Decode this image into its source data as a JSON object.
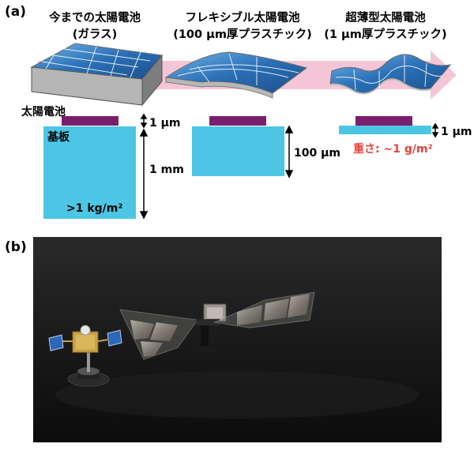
{
  "panel_a": {
    "label": "(a)",
    "columns": [
      {
        "title_line1": "今までの太陽電池",
        "title_line2": "(ガラス)"
      },
      {
        "title_line1": "フレキシブル太陽電池",
        "title_line2": "(100 µm厚プラスチック)"
      },
      {
        "title_line1": "超薄型太陽電池",
        "title_line2": "(1 µm厚プラスチック)"
      }
    ],
    "labels": {
      "solar_cell": "太陽電池",
      "substrate": "基板",
      "cell_thickness": "1 µm",
      "substrate_1mm": "1 mm",
      "weight_glass": ">1 kg/m²",
      "substrate_100um": "100 µm",
      "substrate_1um": "1 µm",
      "weight_thin": "重さ: ~1 g/m²"
    },
    "colors": {
      "cell": "#7a1f6e",
      "substrate": "#4cc6e4",
      "arrow": "#f3c2d5",
      "weight_highlight": "#e8413c",
      "panel_blue": "#2a6fb5",
      "panel_grey": "#a9a9a9"
    }
  },
  "panel_b": {
    "label": "(b)",
    "photo_background": "#151515"
  }
}
